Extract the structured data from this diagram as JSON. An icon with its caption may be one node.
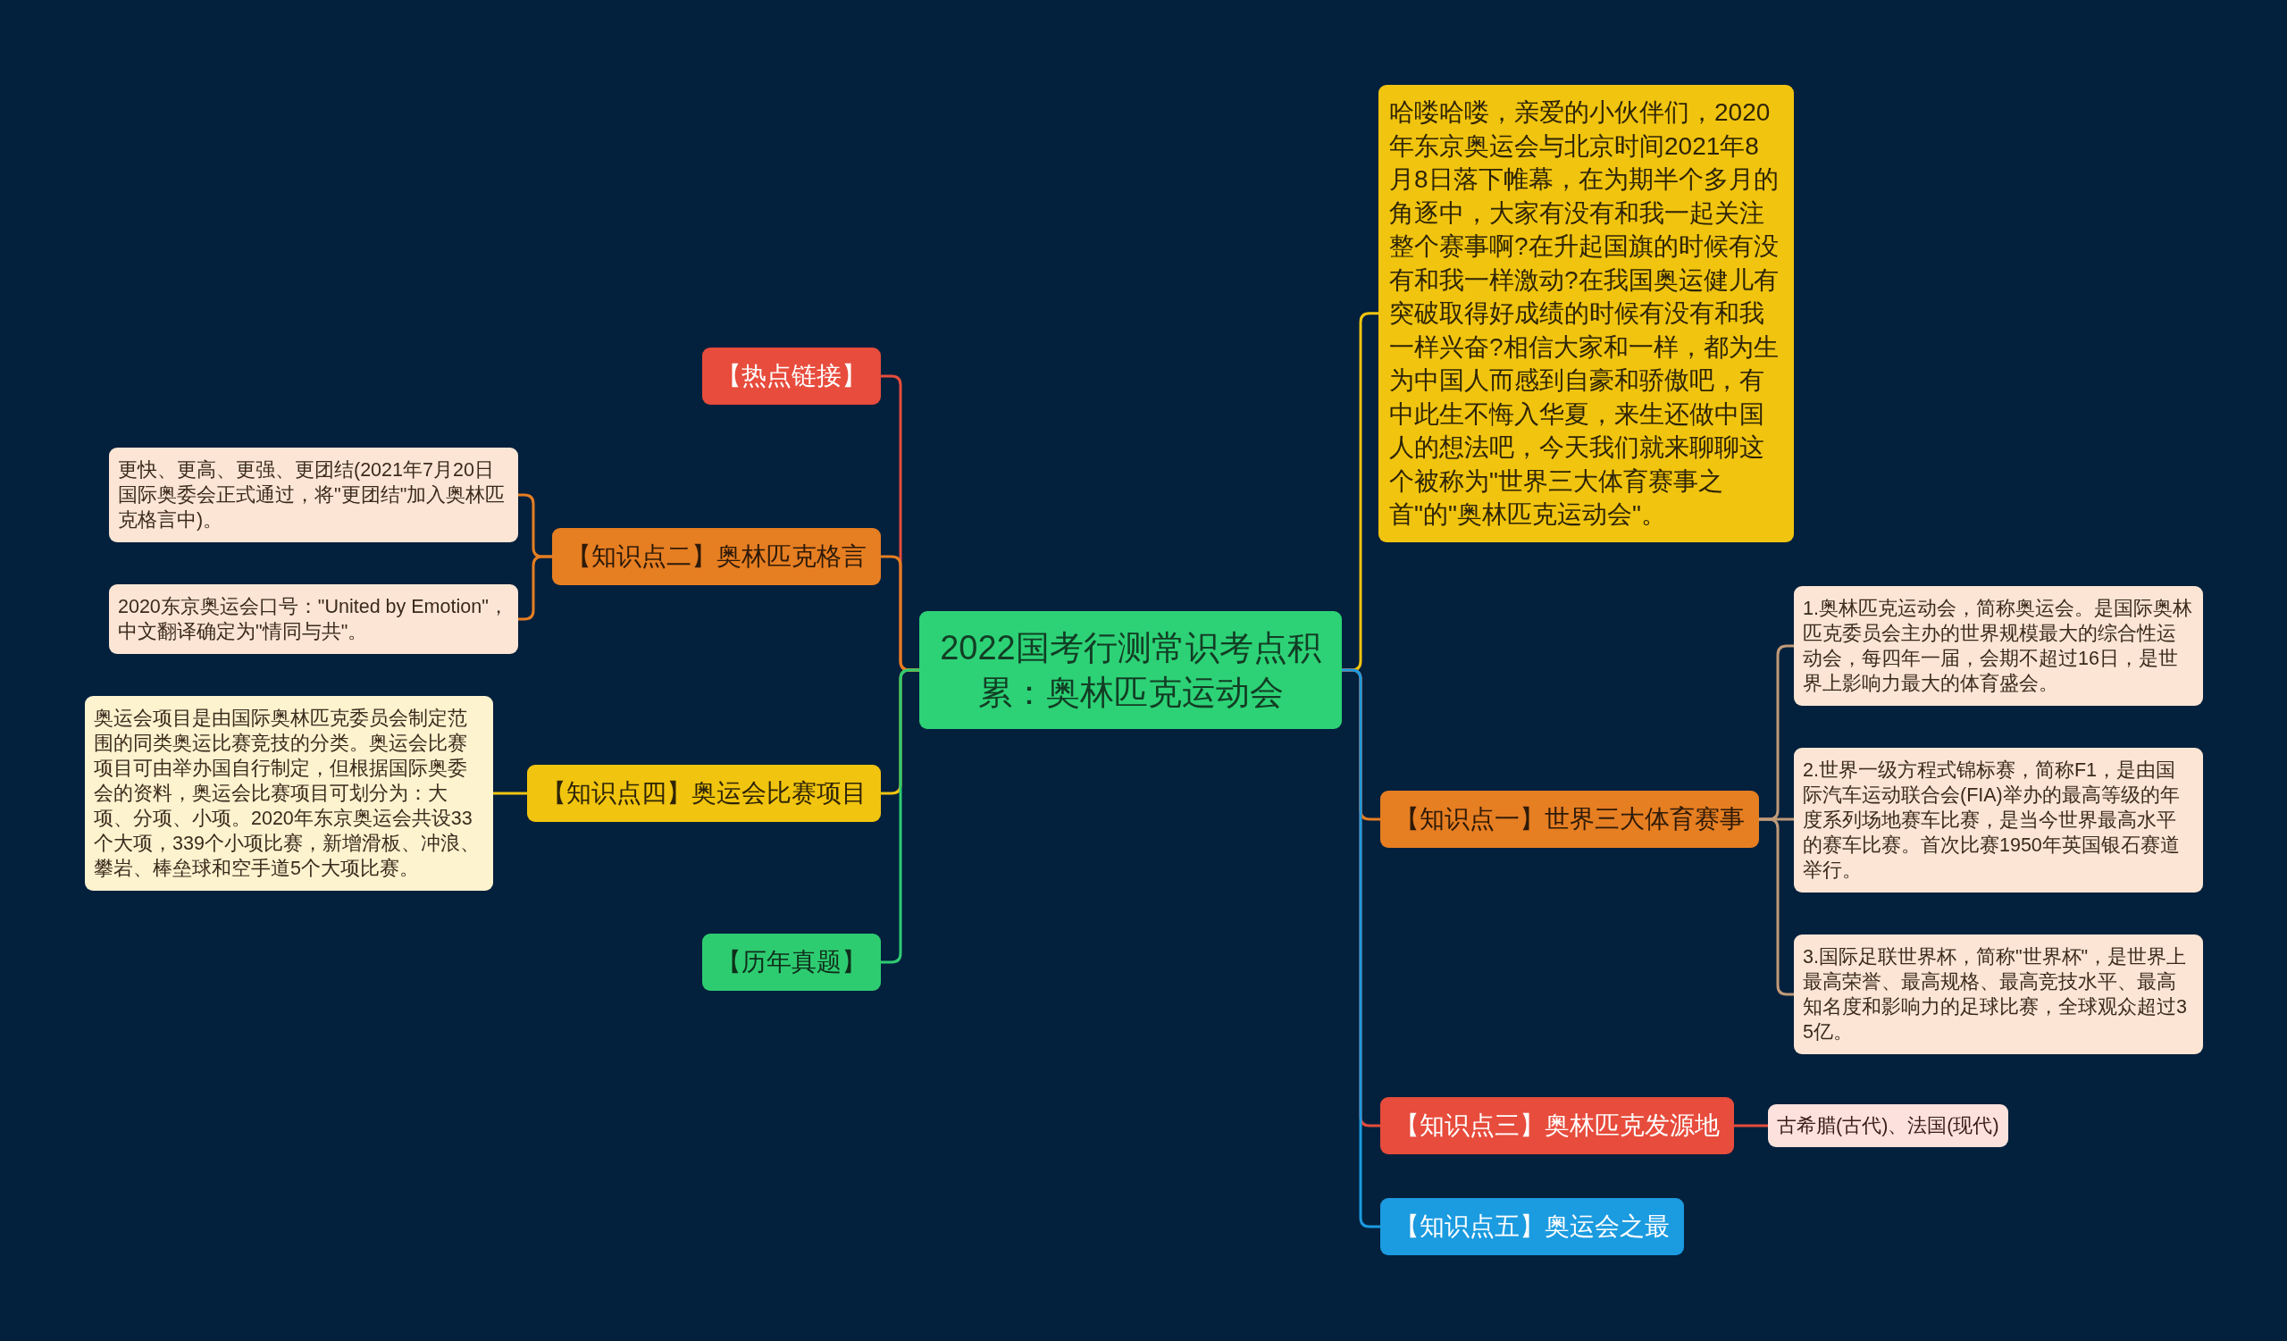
{
  "diagram": {
    "nodes": [
      {
        "text": [
          "2022国考行测常识考点积累：奥林匹克运动会"
        ]
      },
      {
        "text": [
          "【热点链接】"
        ]
      },
      {
        "text": [
          "【知识点二】奥林匹克格言"
        ]
      },
      {
        "text": [
          "更快、更高、更强、更团结(2021年7月20日国际奥委会正式通过，将\"更团结\"加入奥林匹克格言中)。"
        ]
      },
      {
        "text": [
          "2020东京奥运会口号：\"United by Emotion\"，中文翻译确定为\"情同与共\"。"
        ]
      },
      {
        "text": [
          "【知识点四】奥运会比赛项目"
        ]
      },
      {
        "text": [
          "奥运会项目是由国际奥林匹克委员会制定范围的同类奥运比赛竞技的分类。奥运会比赛项目可由举办国自行制定，但根据国际奥委会的资料，奥运会比赛项目可划分为：大项、分项、小项。2020年东京奥运会共设33个大项，339个小项比赛，新增滑板、冲浪、攀岩、棒垒球和空手道5个大项比赛。"
        ]
      },
      {
        "text": [
          "【历年真题】"
        ]
      },
      {
        "text": [
          "哈喽哈喽，亲爱的小伙伴们，2020年东京奥运会与北京时间2021年8月8日落下帷幕，在为期半个多月的角逐中，大家有没有和我一起关注整个赛事啊?在升起国旗的时候有没有和我一样激动?在我国奥运健儿有突破取得好成绩的时候有没有和我一样兴奋?相信大家和一样，都为生为中国人而感到自豪和骄傲吧，有中此生不悔入华夏，来生还做中国人的想法吧，今天我们就来聊聊这个被称为\"世界三大体育赛事之首\"的\"奥林匹克运动会\"。"
        ]
      },
      {
        "text": [
          "【知识点一】世界三大体育赛事"
        ]
      },
      {
        "text": [
          "1.奥林匹克运动会，简称奥运会。是国际奥林匹克委员会主办的世界规模最大的综合性运动会，每四年一届，会期不超过16日，是世界上影响力最大的体育盛会。"
        ]
      },
      {
        "text": [
          "2.世界一级方程式锦标赛，简称F1，是由国际汽车运动联合会(FIA)举办的最高等级的年度系列场地赛车比赛，是当今世界最高水平的赛车比赛。首次比赛1950年英国银石赛道举行。"
        ]
      },
      {
        "text": [
          "3.国际足联世界杯，简称\"世界杯\"，是世界上最高荣誉、最高规格、最高竞技水平、最高知名度和影响力的足球比赛，全球观众超过35亿。"
        ]
      },
      {
        "text": [
          "【知识点三】奥林匹克发源地"
        ]
      },
      {
        "text": [
          "古希腊(古代)、法国(现代)"
        ]
      },
      {
        "text": [
          "【知识点五】奥运会之最"
        ]
      }
    ],
    "edges": [
      {
        "from": 0,
        "to": 1,
        "arrow": "none",
        "color": "#e74c3c"
      },
      {
        "from": 0,
        "to": 2,
        "arrow": "none",
        "color": "#e67e22"
      },
      {
        "from": 0,
        "to": 5,
        "arrow": "none",
        "color": "#f1c40f"
      },
      {
        "from": 0,
        "to": 7,
        "arrow": "none",
        "color": "#2ecc71"
      },
      {
        "from": 2,
        "to": 3,
        "arrow": "none",
        "color": "#e67e22"
      },
      {
        "from": 2,
        "to": 4,
        "arrow": "none",
        "color": "#e67e22"
      },
      {
        "from": 5,
        "to": 6,
        "arrow": "none",
        "color": "#f1c40f"
      },
      {
        "from": 0,
        "to": 8,
        "arrow": "none",
        "color": "#f1c40f"
      },
      {
        "from": 0,
        "to": 9,
        "arrow": "none",
        "color": "#e67e22"
      },
      {
        "from": 0,
        "to": 13,
        "arrow": "none",
        "color": "#e74c3c"
      },
      {
        "from": 0,
        "to": 15,
        "arrow": "none",
        "color": "#1b9be0"
      },
      {
        "from": 9,
        "to": 10,
        "arrow": "none",
        "color": "#c09a78"
      },
      {
        "from": 9,
        "to": 11,
        "arrow": "none",
        "color": "#c09a78"
      },
      {
        "from": 9,
        "to": 12,
        "arrow": "none",
        "color": "#c09a78"
      },
      {
        "from": 13,
        "to": 14,
        "arrow": "none",
        "color": "#e74c3c"
      }
    ]
  }
}
